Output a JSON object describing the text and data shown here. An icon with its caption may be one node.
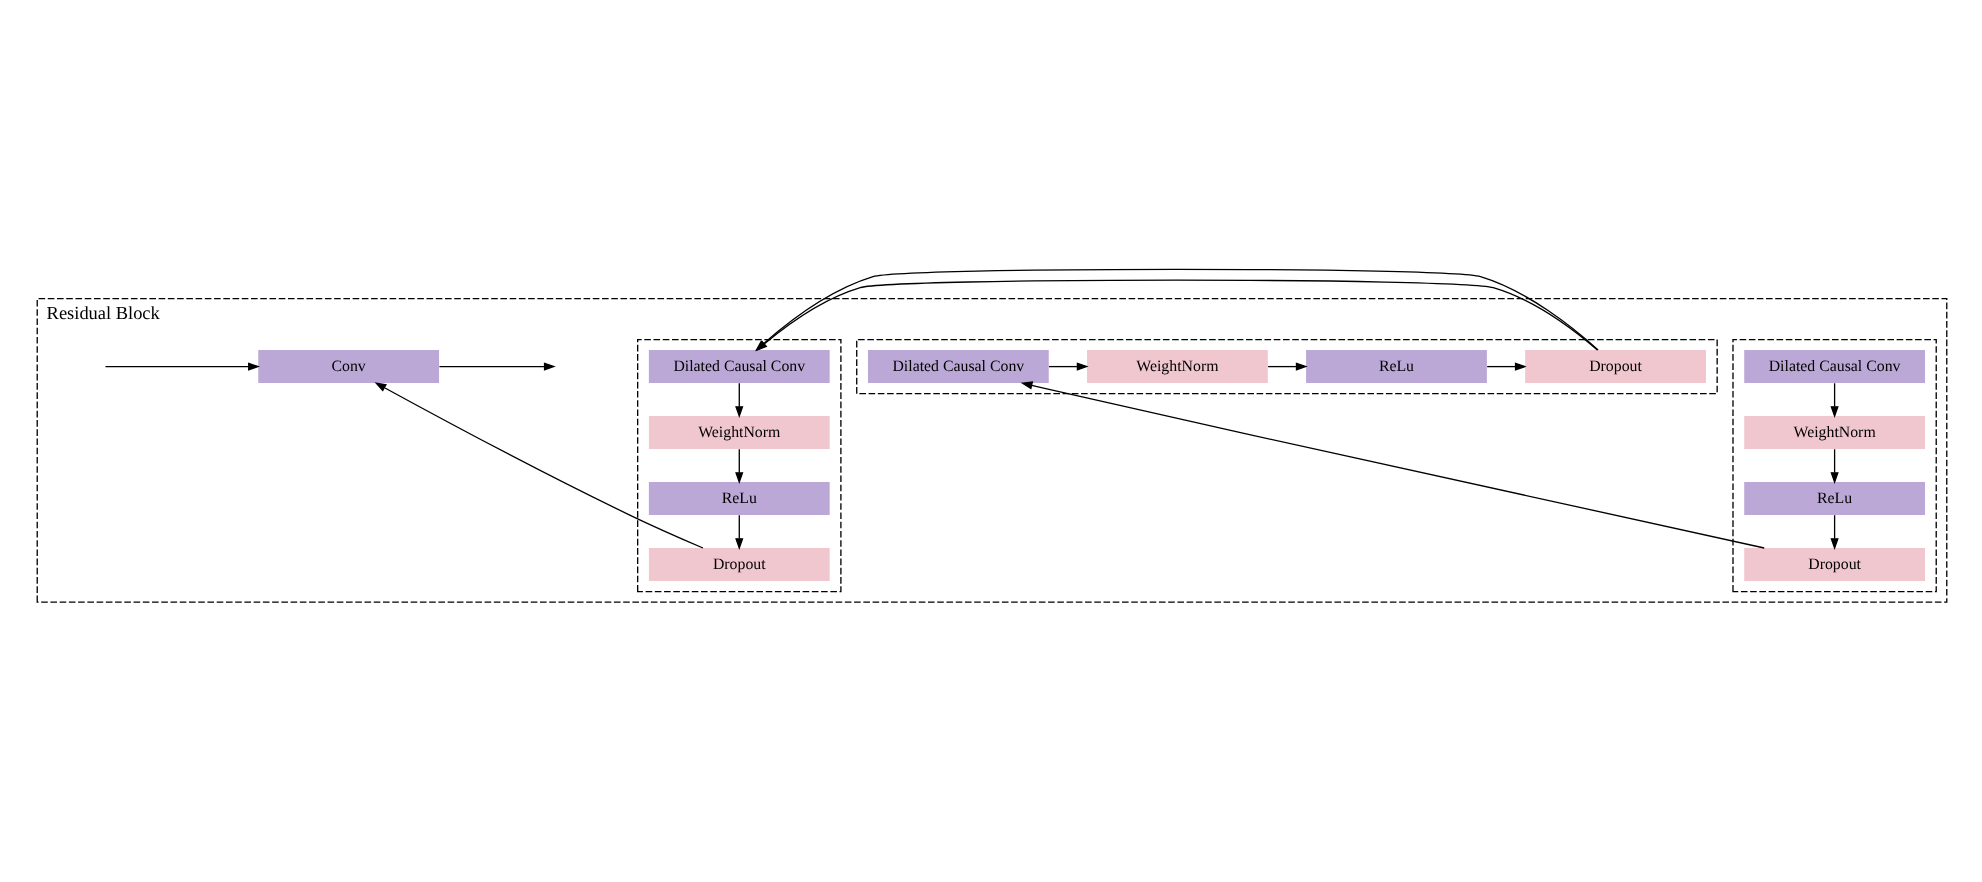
{
  "diagram": {
    "nodes": [
      {
        "text": [
          "Residual Block"
        ]
      },
      {
        "text": [
          "Conv"
        ],
        "in": 0
      },
      {
        "text": [],
        "shape": "box",
        "in": 0
      },
      {
        "text": [
          "Dilated Causal Conv"
        ],
        "in": 2
      },
      {
        "text": [
          "WeightNorm"
        ],
        "in": 2
      },
      {
        "text": [
          "ReLu"
        ],
        "in": 2
      },
      {
        "text": [
          "Dropout"
        ],
        "in": 2
      },
      {
        "text": [],
        "shape": "box",
        "in": 0
      },
      {
        "text": [
          "Dropout"
        ],
        "in": 7
      },
      {
        "text": [
          "ReLu"
        ],
        "in": 7
      },
      {
        "text": [
          "WeightNorm"
        ],
        "in": 7
      },
      {
        "text": [
          "Dilated Causal Conv"
        ],
        "in": 7
      },
      {
        "text": [],
        "shape": "box",
        "in": 0
      },
      {
        "text": [
          "Dilated Causal Conv"
        ],
        "in": 12
      },
      {
        "text": [
          "WeightNorm"
        ],
        "in": 12
      },
      {
        "text": [
          "ReLu"
        ],
        "in": 12
      },
      {
        "text": [
          "Dropout"
        ],
        "in": 12
      }
    ],
    "edges": [
      {
        "from": null,
        "to": 1,
        "arrow": "to"
      },
      {
        "from": 1,
        "to": null,
        "arrow": "to"
      },
      {
        "from": 3,
        "to": 4,
        "arrow": "to"
      },
      {
        "from": 4,
        "to": 5,
        "arrow": "to"
      },
      {
        "from": 5,
        "to": 6,
        "arrow": "to"
      },
      {
        "from": 6,
        "to": 11,
        "arrow": "to"
      },
      {
        "from": 11,
        "to": 10,
        "arrow": "to"
      },
      {
        "from": 10,
        "to": 9,
        "arrow": "to"
      },
      {
        "from": 9,
        "to": 8,
        "arrow": "to"
      },
      {
        "from": 8,
        "to": 13,
        "arrow": "to"
      },
      {
        "from": 13,
        "to": 14,
        "arrow": "to"
      },
      {
        "from": 14,
        "to": 15,
        "arrow": "to"
      },
      {
        "from": 15,
        "to": 16,
        "arrow": "to"
      },
      {
        "from": 16,
        "to": 1,
        "arrow": "to"
      }
    ]
  }
}
